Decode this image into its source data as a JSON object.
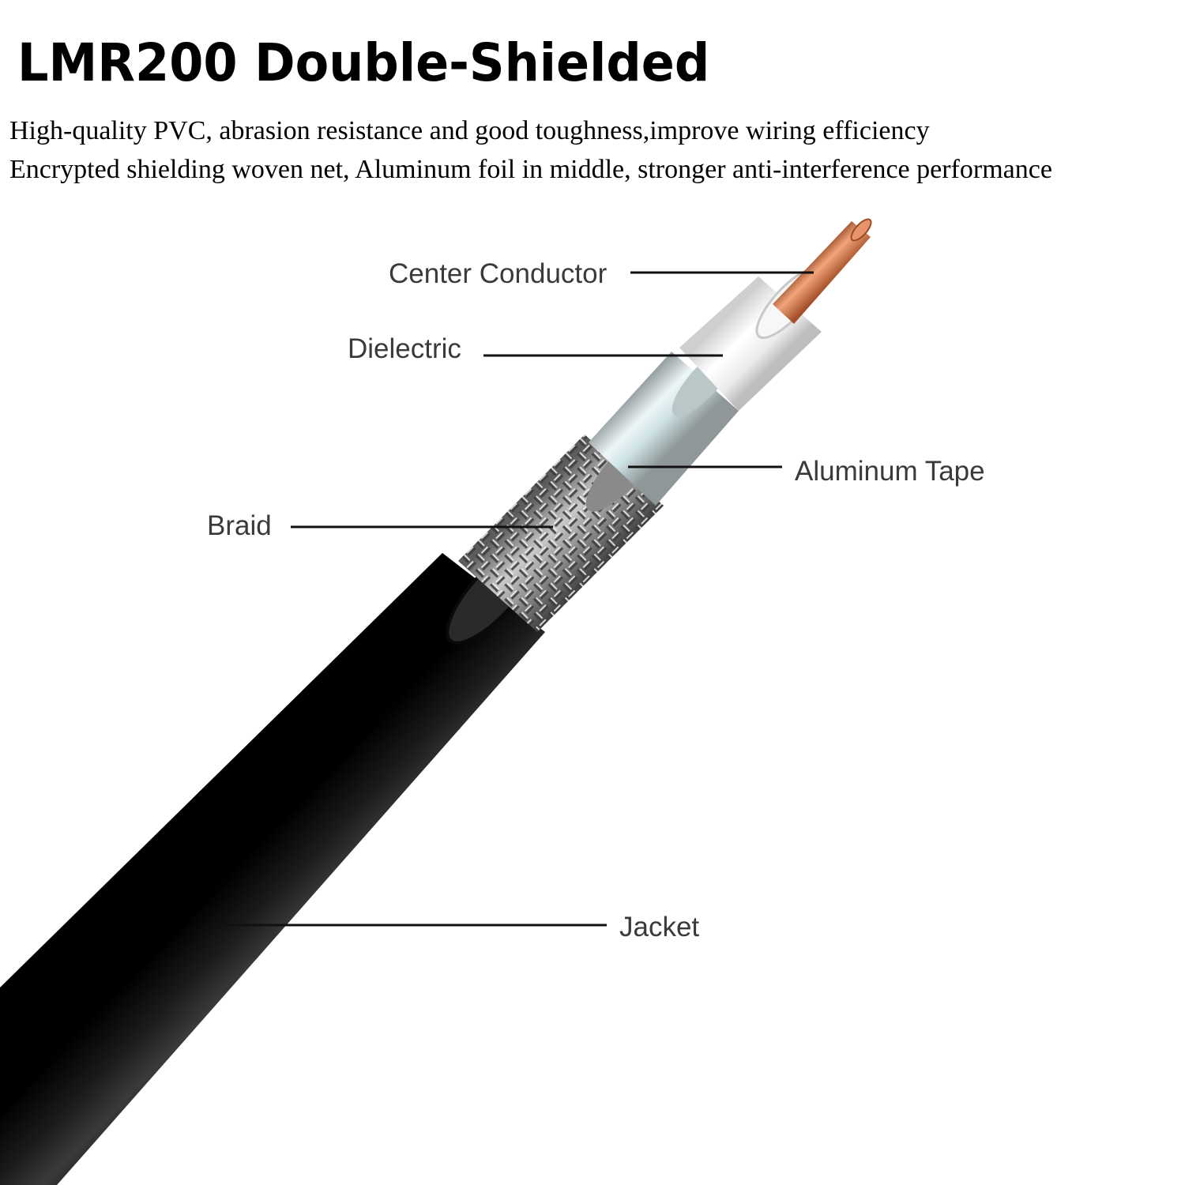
{
  "title": "LMR200 Double-Shielded",
  "description": [
    "High-quality PVC, abrasion resistance and good toughness,improve wiring efficiency",
    "Encrypted shielding woven net, Aluminum foil in middle, stronger anti-interference performance"
  ],
  "labels": {
    "center_conductor": "Center Conductor",
    "dielectric": "Dielectric",
    "aluminum_tape": "Aluminum Tape",
    "braid": "Braid",
    "jacket": "Jacket"
  },
  "colors": {
    "jacket": "#111111",
    "braid": "#8f8f8f",
    "aluminum_tape": "#d9e8ea",
    "dielectric": "#f4f4f4",
    "conductor": "#c86a3c"
  }
}
